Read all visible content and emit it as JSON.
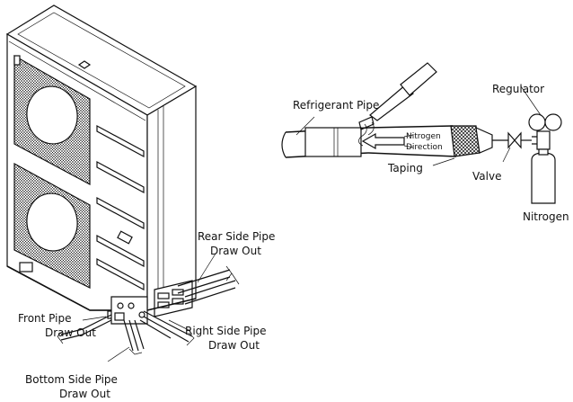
{
  "labels": {
    "rear_side_pipe": [
      "Rear Side Pipe",
      "Draw Out"
    ],
    "front_pipe": [
      "Front Pipe",
      "Draw Out"
    ],
    "right_side_pipe": [
      "Right Side Pipe",
      "Draw Out"
    ],
    "bottom_side_pipe": [
      "Bottom Side Pipe",
      "Draw Out"
    ],
    "refrigerant_pipe": "Refrigerant Pipe",
    "regulator": "Regulator",
    "nitrogen_direction": [
      "Nitrogen",
      "Direction"
    ],
    "taping": "Taping",
    "valve": "Valve",
    "nitrogen": "Nitrogen"
  }
}
